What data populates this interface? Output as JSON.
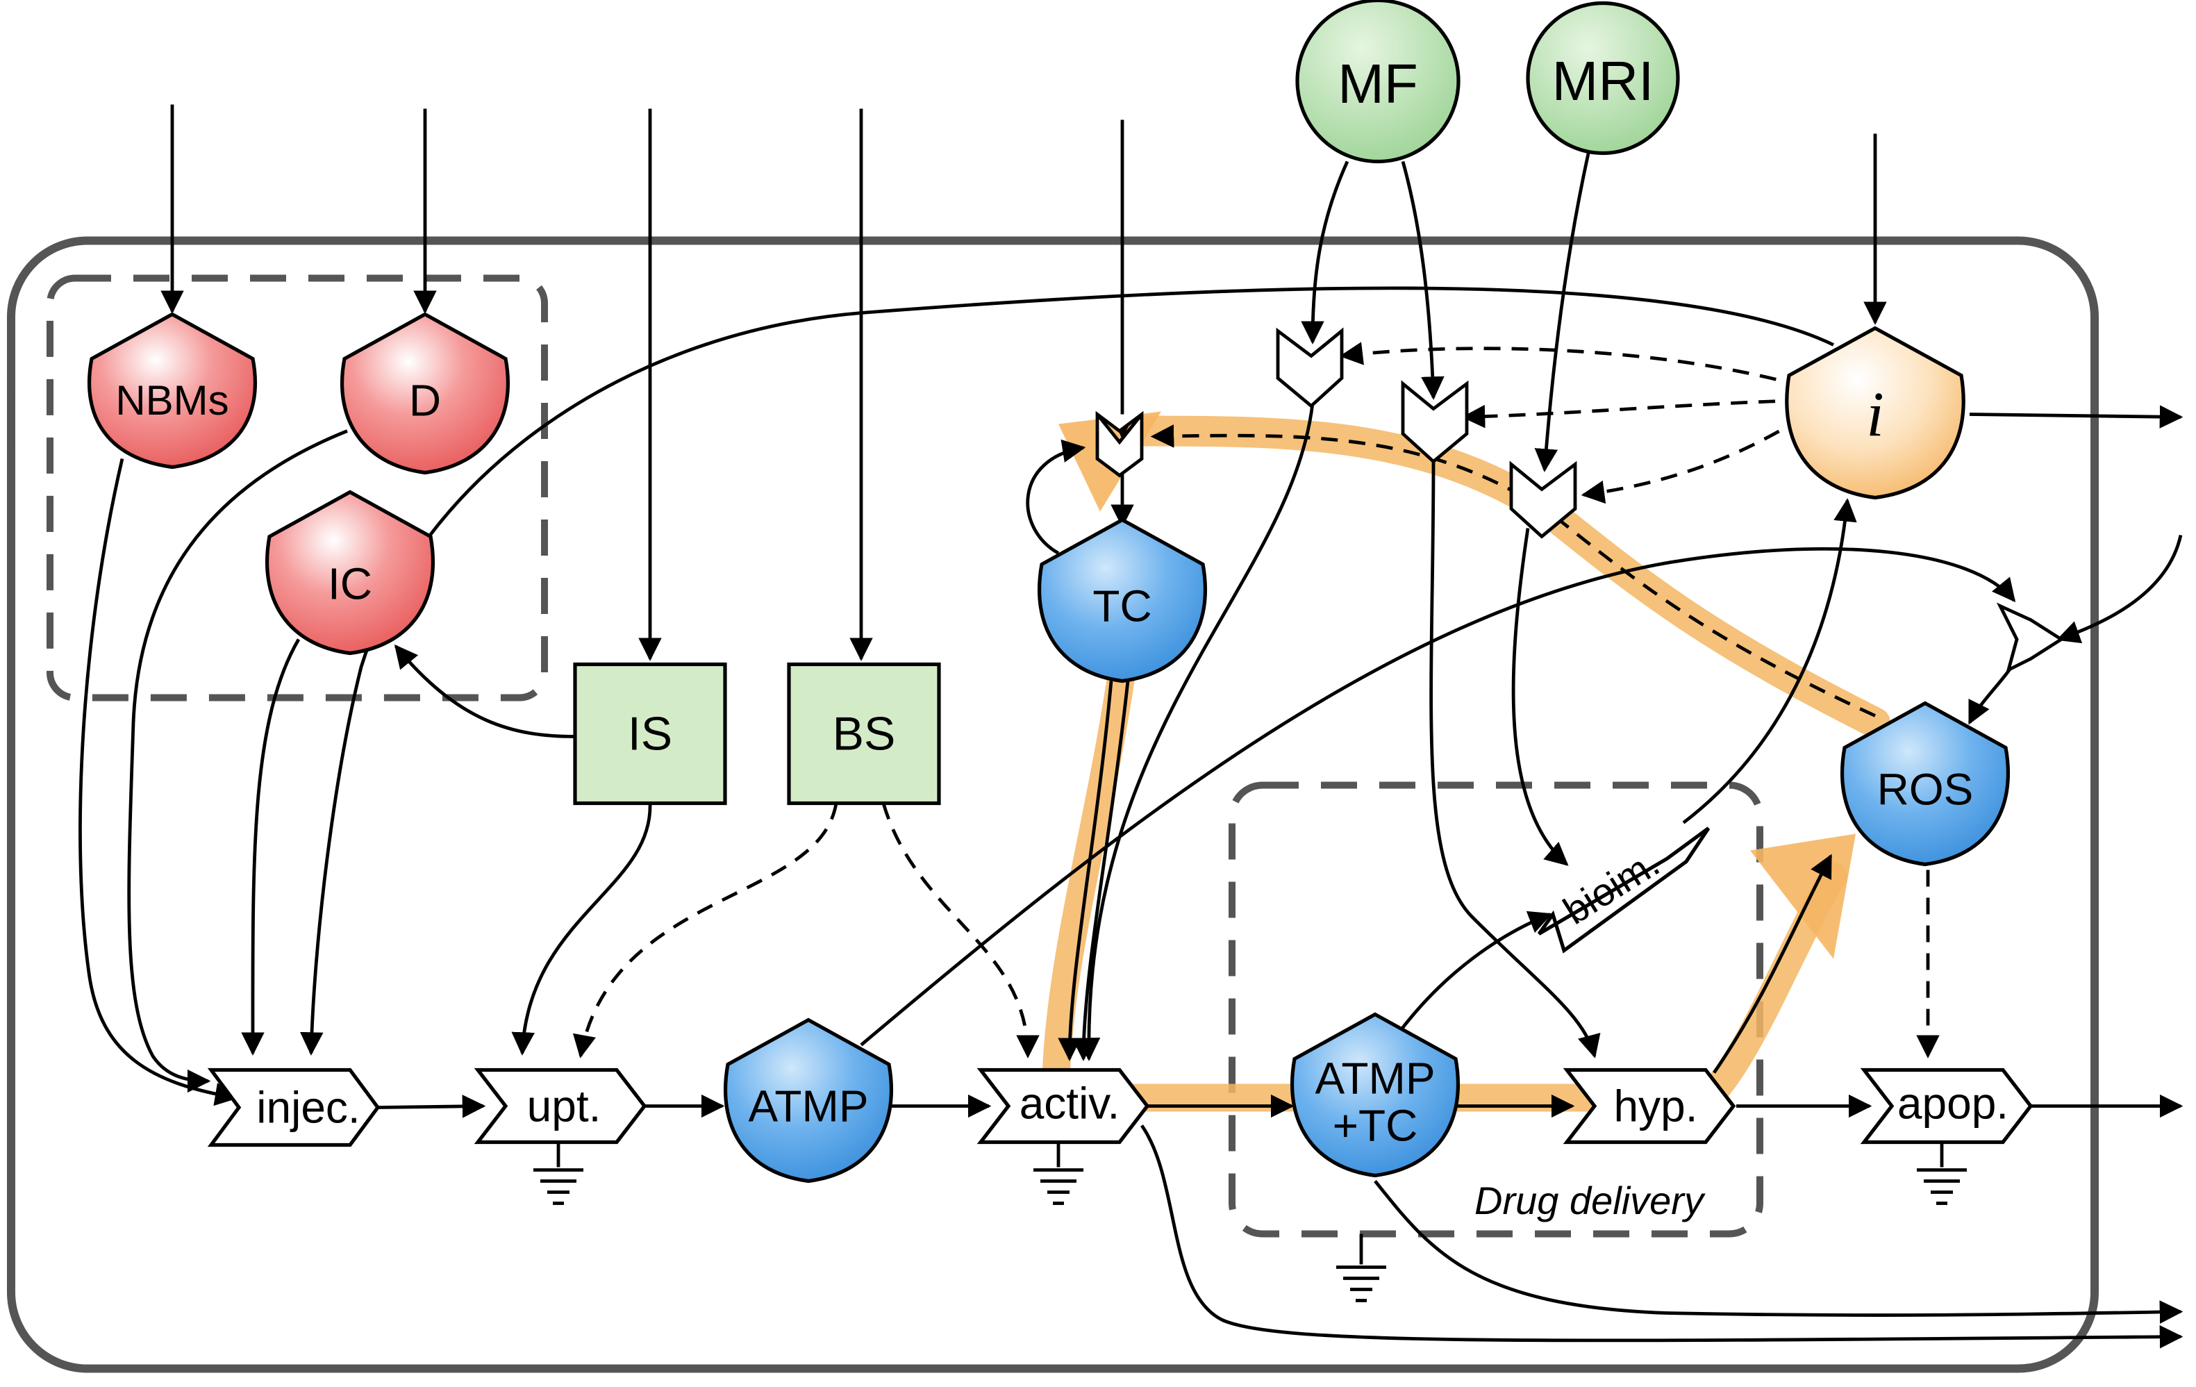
{
  "nodes": {
    "nbms": "NBMs",
    "d": "D",
    "ic": "IC",
    "is": "IS",
    "bs": "BS",
    "tc": "TC",
    "mf": "MF",
    "mri": "MRI",
    "i": "i",
    "ros": "ROS",
    "atmp": "ATMP",
    "atmp_tc_line1": "ATMP",
    "atmp_tc_line2": "+TC",
    "injec": "injec.",
    "upt": "upt.",
    "activ": "activ.",
    "hyp": "hyp.",
    "apop": "apop.",
    "bioim": "bioim."
  },
  "groups": {
    "drug_delivery": "Drug delivery"
  },
  "colors": {
    "red_fill": "#f47c7c",
    "green_fill": "#cfe9c4",
    "green_circle": "#a8d8a0",
    "blue_fill": "#5aa6e8",
    "orange_fill": "#f8c98a",
    "highlight": "#f5b663",
    "outline": "#555555"
  }
}
